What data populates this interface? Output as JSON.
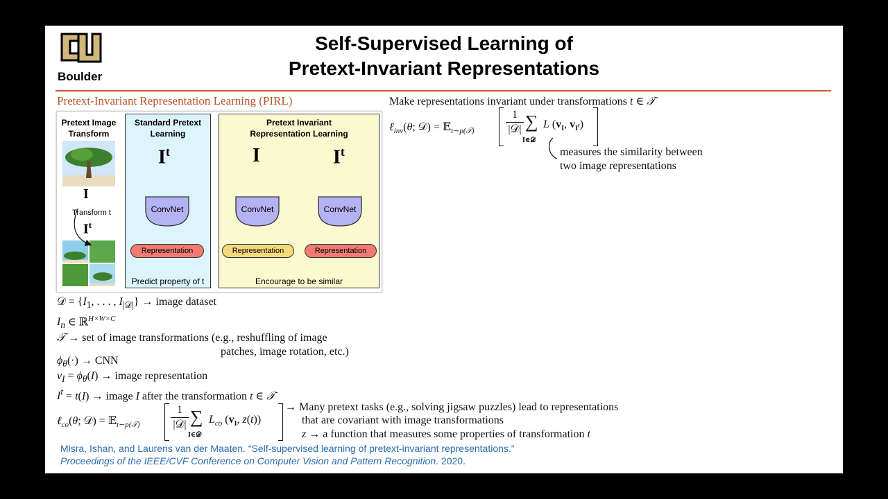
{
  "logo": {
    "text": "Boulder",
    "glyph": "CU"
  },
  "title": {
    "line1": "Self-Supervised Learning of",
    "line2": "Pretext-Invariant Representations"
  },
  "section_heading": "Pretext-Invariant Representation Learning (PIRL)",
  "figure": {
    "col1_title": "Pretext Image Transform",
    "col1_title_l1": "Pretext Image",
    "col1_title_l2": "Transform",
    "transform_label": "Transform t",
    "std": {
      "title_l1": "Standard Pretext",
      "title_l2": "Learning",
      "convnet": "ConvNet",
      "rep": "Representation",
      "bottom": "Predict property of t"
    },
    "inv": {
      "title_l1": "Pretext Invariant",
      "title_l2": "Representation Learning",
      "convnet": "ConvNet",
      "rep": "Representation",
      "bottom": "Encourage to be similar"
    }
  },
  "right": {
    "intro": "Make representations invariant under transformations",
    "note_l1": "measures the similarity between",
    "note_l2": "two image representations"
  },
  "defs": {
    "d1": "image dataset",
    "d3a": "set of image transformations (e.g., reshuffling of image",
    "d3b": "patches, image rotation, etc.)",
    "d4": "CNN",
    "d5": "image representation",
    "d6": "after the transformation",
    "co_l1": "Many pretext tasks (e.g., solving jigsaw puzzles) lead to representations",
    "co_l2": "that are covariant with image transformations",
    "co_l3": "a function that measures some properties of transformation"
  },
  "citation": {
    "line1": "Misra, Ishan, and Laurens van der Maaten. “Self-supervised learning of pretext-invariant representations.”",
    "line2_italic": "Proceedings of the IEEE/CVF Conference on Computer Vision and Pattern Recognition",
    "line2_tail": ". 2020."
  }
}
